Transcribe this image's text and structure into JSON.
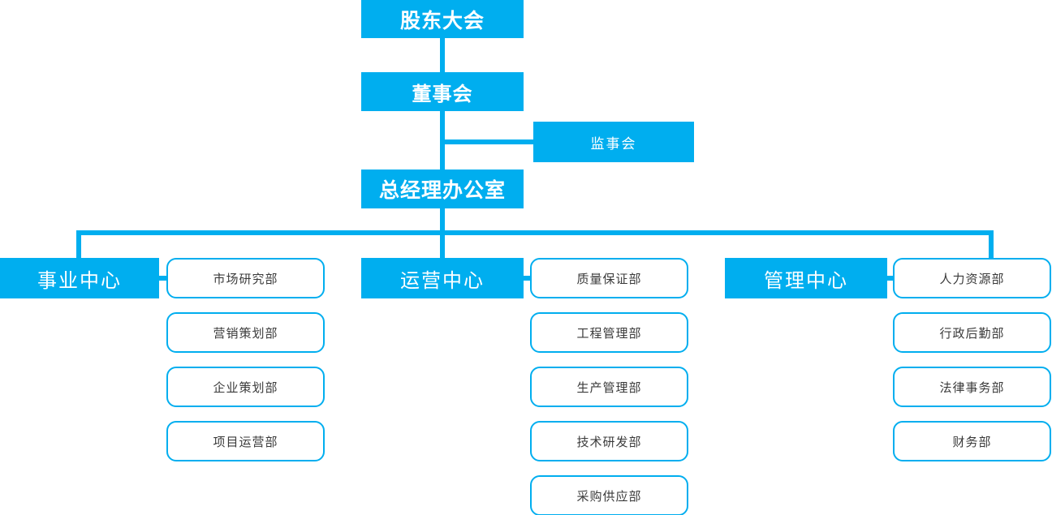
{
  "chart": {
    "type": "org-chart",
    "accent_color": "#00AEEF",
    "solid_text_color": "#FFFFFF",
    "dept_text_color": "#3A3A3A",
    "background_color": "#FFFFFF"
  },
  "levels": {
    "shareholders": {
      "label": "股东大会"
    },
    "board": {
      "label": "董事会"
    },
    "supervisors": {
      "label": "监事会"
    },
    "gm_office": {
      "label": "总经理办公室"
    }
  },
  "centers": [
    {
      "label": "事业中心",
      "departments": [
        {
          "label": "市场研究部"
        },
        {
          "label": "营销策划部"
        },
        {
          "label": "企业策划部"
        },
        {
          "label": "项目运营部"
        }
      ]
    },
    {
      "label": "运营中心",
      "departments": [
        {
          "label": "质量保证部"
        },
        {
          "label": "工程管理部"
        },
        {
          "label": "生产管理部"
        },
        {
          "label": "技术研发部"
        },
        {
          "label": "采购供应部"
        }
      ]
    },
    {
      "label": "管理中心",
      "departments": [
        {
          "label": "人力资源部"
        },
        {
          "label": "行政后勤部"
        },
        {
          "label": "法律事务部"
        },
        {
          "label": "财务部"
        }
      ]
    }
  ]
}
